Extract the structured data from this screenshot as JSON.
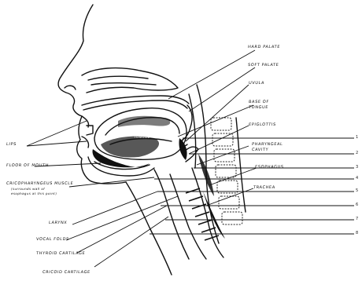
{
  "labels": {
    "hard_palate": "HARD PALATE",
    "soft_palate": "SOFT PALATE",
    "uvula": "UVULA",
    "base_of_tongue_1": "BASE OF",
    "base_of_tongue_2": "TONGUE",
    "epiglottis": "EPIGLOTTIS",
    "pharyngeal_cavity_1": "PHARYNGEAL",
    "pharyngeal_cavity_2": "CAVITY",
    "esophagus": "ESOPHAGUS",
    "trachea": "TRACHEA",
    "lips": "LIPS",
    "floor_of_mouth": "FLOOR OF MOUTH",
    "cricopharyngeus_1": "CRICOPHARYNGEUS MUSCLE",
    "cricopharyngeus_2": "(surrounds wall of",
    "cricopharyngeus_3": "esophagus at this point)",
    "larynx": "LARYNX",
    "vocal_folds": "VOCAL FOLDS",
    "thyroid_cartilage": "THYROID CARTILAGE",
    "cricoid_cartilage": "CRICOID CARTILAGE",
    "tongue": "TONGUE"
  },
  "scale_numbers": [
    "1",
    "2",
    "3",
    "4",
    "5",
    "6",
    "7",
    "8"
  ]
}
